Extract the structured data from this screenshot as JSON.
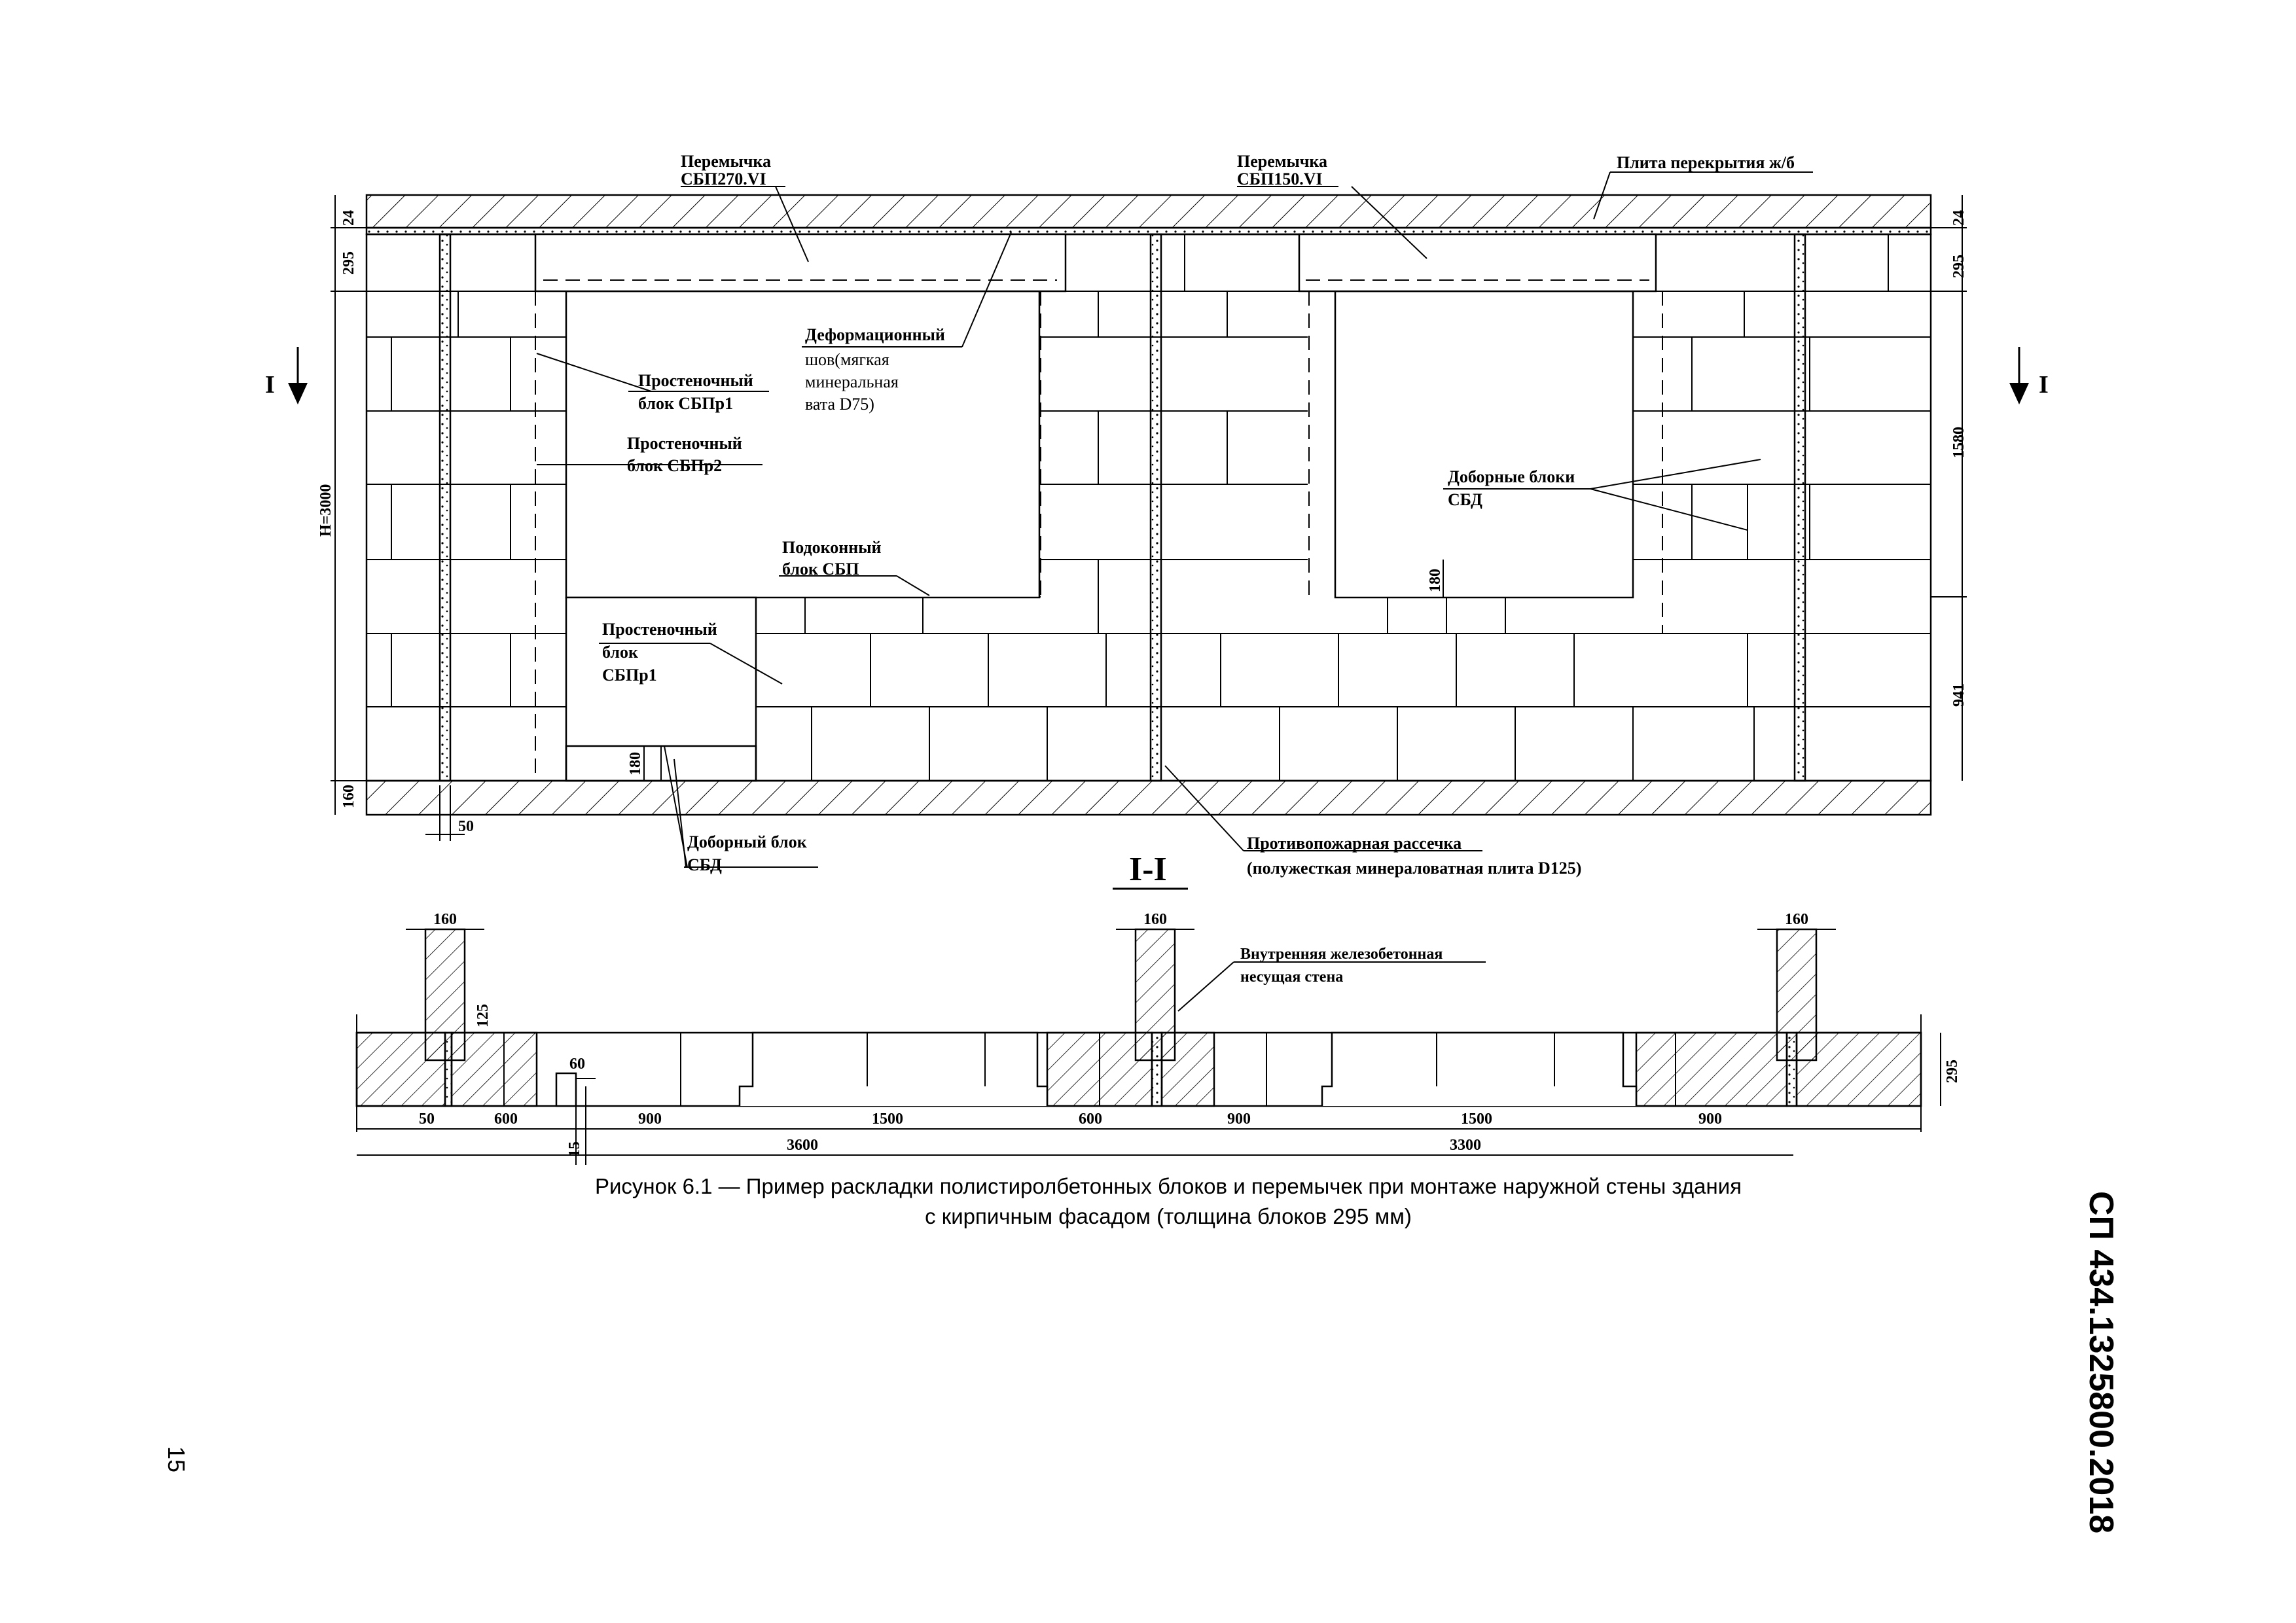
{
  "elevation": {
    "labels": {
      "lintel_left": [
        "Перемычка",
        "СБП270.VI"
      ],
      "lintel_right": [
        "Перемычка",
        "СБП150.VI"
      ],
      "slab": "Плита перекрытия ж/б",
      "deform_joint": [
        "Деформационный",
        "шов(мягкая",
        "минеральная",
        "вата D75)"
      ],
      "pier_block1": [
        "Простеночный",
        "блок СБПр1"
      ],
      "pier_block2": [
        "Простеночный",
        "блок СБПр2"
      ],
      "sill_block": [
        "Подоконный",
        "блок СБП"
      ],
      "pier_block1b": [
        "Простеночный",
        "блок",
        "СБПр1"
      ],
      "extra_blocks": [
        "Доборные блоки",
        "СБД"
      ],
      "extra_block": [
        "Доборный блок",
        "СБД"
      ],
      "firebreak": [
        "Противопожарная рассечка",
        "(полужесткая минераловатная плита D125)"
      ]
    },
    "dims": {
      "top_24": "24",
      "top_295": "295",
      "height": "H=3000",
      "bottom_160": "160",
      "dim_50": "50",
      "sill_180_left": "180",
      "sill_180_right": "180",
      "right_1580": "1580",
      "right_941": "941"
    },
    "section_mark": "I"
  },
  "section": {
    "title": "I-I",
    "inner_wall_label": [
      "Внутренняя железобетонная",
      "несущая стена"
    ],
    "dims": {
      "col_160_a": "160",
      "col_160_b": "160",
      "col_160_c": "160",
      "d125": "125",
      "d60": "60",
      "d15": "15",
      "d295": "295",
      "bottom": [
        "50",
        "600",
        "900",
        "1500",
        "600",
        "900",
        "1500",
        "900"
      ],
      "total_3600": "3600",
      "total_3300": "3300"
    }
  },
  "caption": {
    "line1": "Рисунок 6.1 — Пример раскладки  полистиролбетонных блоков и перемычек при монтаже наружной стены здания",
    "line2": "с кирпичным фасадом (толщина блоков 295 мм)"
  },
  "document_code": "СП 434.1325800.2018",
  "page_number": "15"
}
